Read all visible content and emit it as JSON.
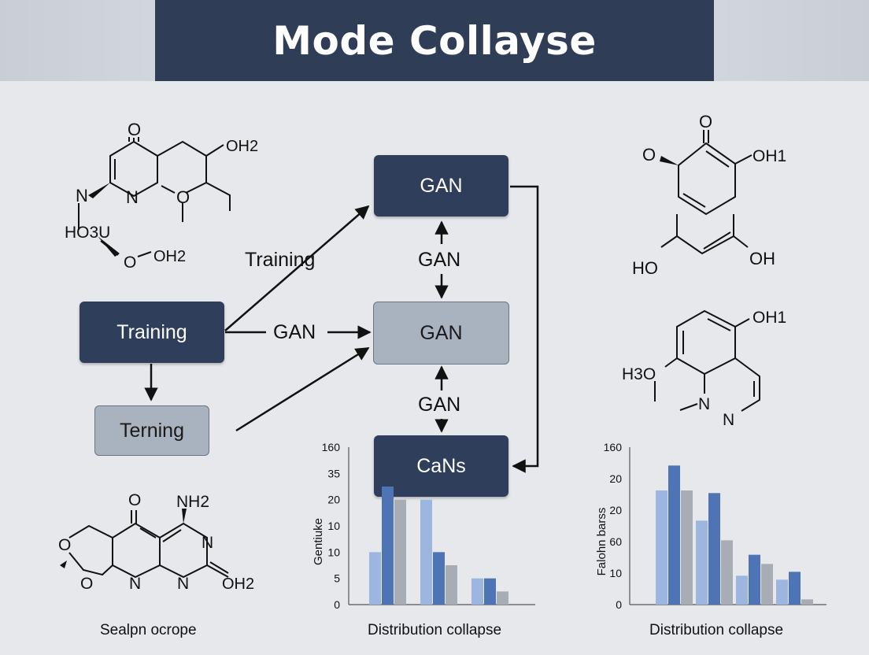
{
  "title": "Mode Collayse",
  "flow": {
    "training_box": "Training",
    "terning_box": "Terning",
    "training_label": "Training",
    "gan_arrow_label": "GAN",
    "gan_top_box": "GAN",
    "gan_mid_box": "GAN",
    "cans_box": "CaNs",
    "gan_between_1": "GAN",
    "gan_between_2": "GAN"
  },
  "molecules": {
    "top_left": {
      "o": "O",
      "oh2": "OH2",
      "n_left": "N",
      "n_ring": "N",
      "o_ring": "O",
      "ho3u": "HO3U",
      "o_bottom": "O",
      "oh2_bottom": "OH2"
    },
    "bottom_left": {
      "o_top": "O",
      "nh2": "NH2",
      "o_left": "O",
      "o_bottom": "O",
      "n1": "N",
      "n2": "N",
      "n3": "N",
      "oh2": "OH2"
    },
    "top_right": {
      "o_top": "O",
      "o_left": "O",
      "oh1": "OH1",
      "ho": "HO",
      "oh": "OH"
    },
    "mid_right": {
      "oh1": "OH1",
      "h3o": "H3O",
      "n1": "N",
      "n2": "N"
    }
  },
  "captions": {
    "left": "Sealpn ocrope",
    "center": "Distribution collapse",
    "right": "Distribution collapse"
  },
  "colors": {
    "dark_box": "#2f3e5b",
    "light_box": "#a9b2bf",
    "bar_light": "#9db6e0",
    "bar_mid": "#4f74b5",
    "bar_gray": "#a8acb4"
  },
  "chart_data": [
    {
      "type": "bar",
      "ylabel": "Gentiuke",
      "yticks": [
        "0",
        "5",
        "10",
        "10",
        "20",
        "35",
        "160"
      ],
      "categories": [
        "",
        "",
        ""
      ],
      "series": [
        {
          "values": [
            2,
            4,
            1
          ]
        },
        {
          "values": [
            4.5,
            2,
            1
          ]
        },
        {
          "values": [
            4,
            1.5,
            0.5
          ]
        }
      ],
      "ylim": [
        0,
        6
      ]
    },
    {
      "type": "bar",
      "ylabel": "Falohn barss",
      "yticks": [
        "0",
        "10",
        "60",
        "20",
        "20",
        "160"
      ],
      "categories": [
        "",
        "",
        "",
        ""
      ],
      "series": [
        {
          "values": [
            4.35,
            3.2,
            1.1,
            0.95
          ]
        },
        {
          "values": [
            5.3,
            4.25,
            1.9,
            1.25
          ]
        },
        {
          "values": [
            4.35,
            2.45,
            1.55,
            0.2
          ]
        }
      ],
      "ylim": [
        0,
        6
      ]
    }
  ]
}
